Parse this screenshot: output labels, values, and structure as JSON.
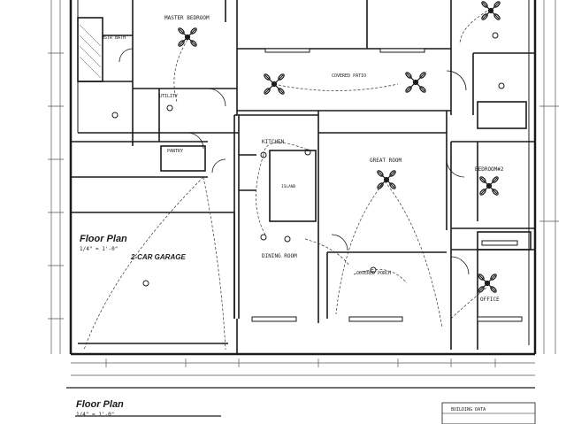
{
  "labels": {
    "master_bath": "MSTR BATH",
    "master_bedroom": "MASTER BEDROOM",
    "covered_patio": "COVERED PATIO",
    "utility": "UTILITY",
    "pantry": "PANTRY",
    "kitchen": "KITCHEN",
    "great_room": "GREAT ROOM",
    "bedroom_2": "BEDROOM#2",
    "dining_room": "DINING ROOM",
    "covered_porch": "COVERED PORCH",
    "office": "OFFICE",
    "garage": "2-CAR GARAGE",
    "island": "ISLAND",
    "floor_plan_title": "Floor Plan",
    "floor_plan_scale": "1/4\" = 1'-0\"",
    "bottom_title": "Floor Plan",
    "bottom_scale": "1/4\" = 1'-0\"",
    "building_data": "BUILDING DATA"
  },
  "colors": {
    "paper": "#ffffff",
    "ink": "#1a1a1a",
    "light_ink": "#555555"
  },
  "icons": {
    "ceiling_fan": "ceiling-fan-icon",
    "light_fixture": "light-fixture-icon"
  }
}
